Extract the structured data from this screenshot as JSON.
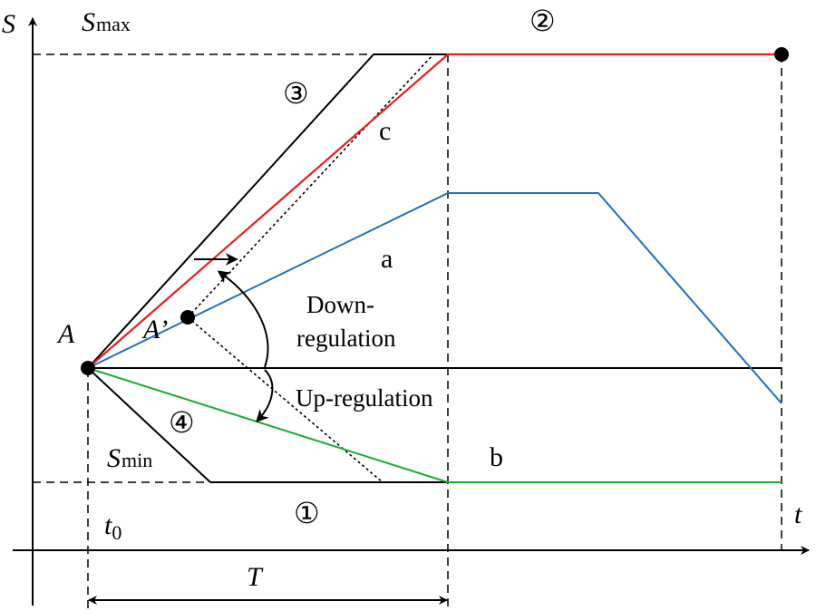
{
  "axes": {
    "y_label": "S",
    "x_label": "t"
  },
  "levels": {
    "max_label_main": "S",
    "max_label_sub": "max",
    "min_label_main": "S",
    "min_label_sub": "min"
  },
  "time": {
    "t0_main": "t",
    "t0_sub": "0",
    "period_label": "T"
  },
  "points": {
    "A": "A",
    "A_prime": "A’"
  },
  "curves": {
    "a": "a",
    "b": "b",
    "c": "c"
  },
  "regions": {
    "r1": "①",
    "r2": "②",
    "r3": "③",
    "r4": "④"
  },
  "annotations": {
    "down_line1": "Down-",
    "down_line2": "regulation",
    "up": "Up-regulation"
  },
  "colors": {
    "a": "#1f6fbf",
    "b": "#1aab35",
    "c": "#e5201f",
    "axis": "#000000"
  }
}
